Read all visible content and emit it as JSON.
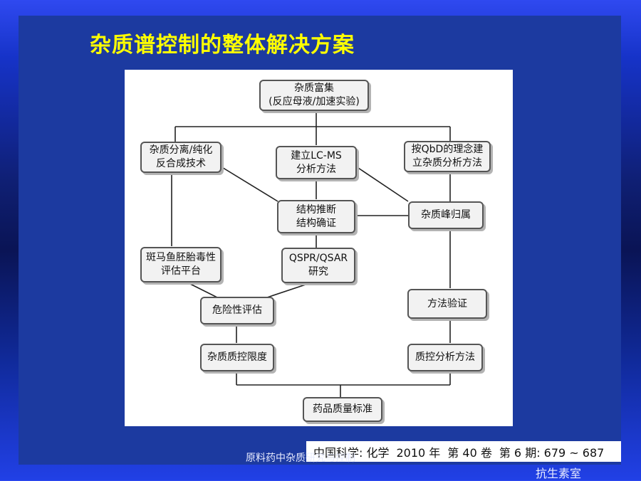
{
  "slide": {
    "title": "杂质谱控制的整体解决方案",
    "footer_text": "原料药中杂质研究与控制",
    "corner_label": "抗生素室"
  },
  "citation": {
    "journal": "中国科学: 化学",
    "year": "2010 年",
    "volume": "第 40 卷",
    "issue_pages": "第 6 期: 679 ~ 687"
  },
  "flowchart": {
    "nodes": {
      "enrichment": [
        "杂质富集",
        "(反应母液/加速实验)"
      ],
      "separation": [
        "杂质分离/纯化",
        "反合成技术"
      ],
      "lcms": [
        "建立LC-MS",
        "分析方法"
      ],
      "qbd": [
        "按QbD的理念建",
        "立杂质分析方法"
      ],
      "structure": [
        "结构推断",
        "结构确证"
      ],
      "peak": [
        "杂质峰归属"
      ],
      "zebrafish": [
        "斑马鱼胚胎毒性",
        "评估平台"
      ],
      "qspr": [
        "QSPR/QSAR",
        "研究"
      ],
      "risk": [
        "危险性评估"
      ],
      "validation": [
        "方法验证"
      ],
      "limit": [
        "杂质质控限度"
      ],
      "qc_method": [
        "质控分析方法"
      ],
      "standard": [
        "药品质量标准"
      ]
    }
  }
}
